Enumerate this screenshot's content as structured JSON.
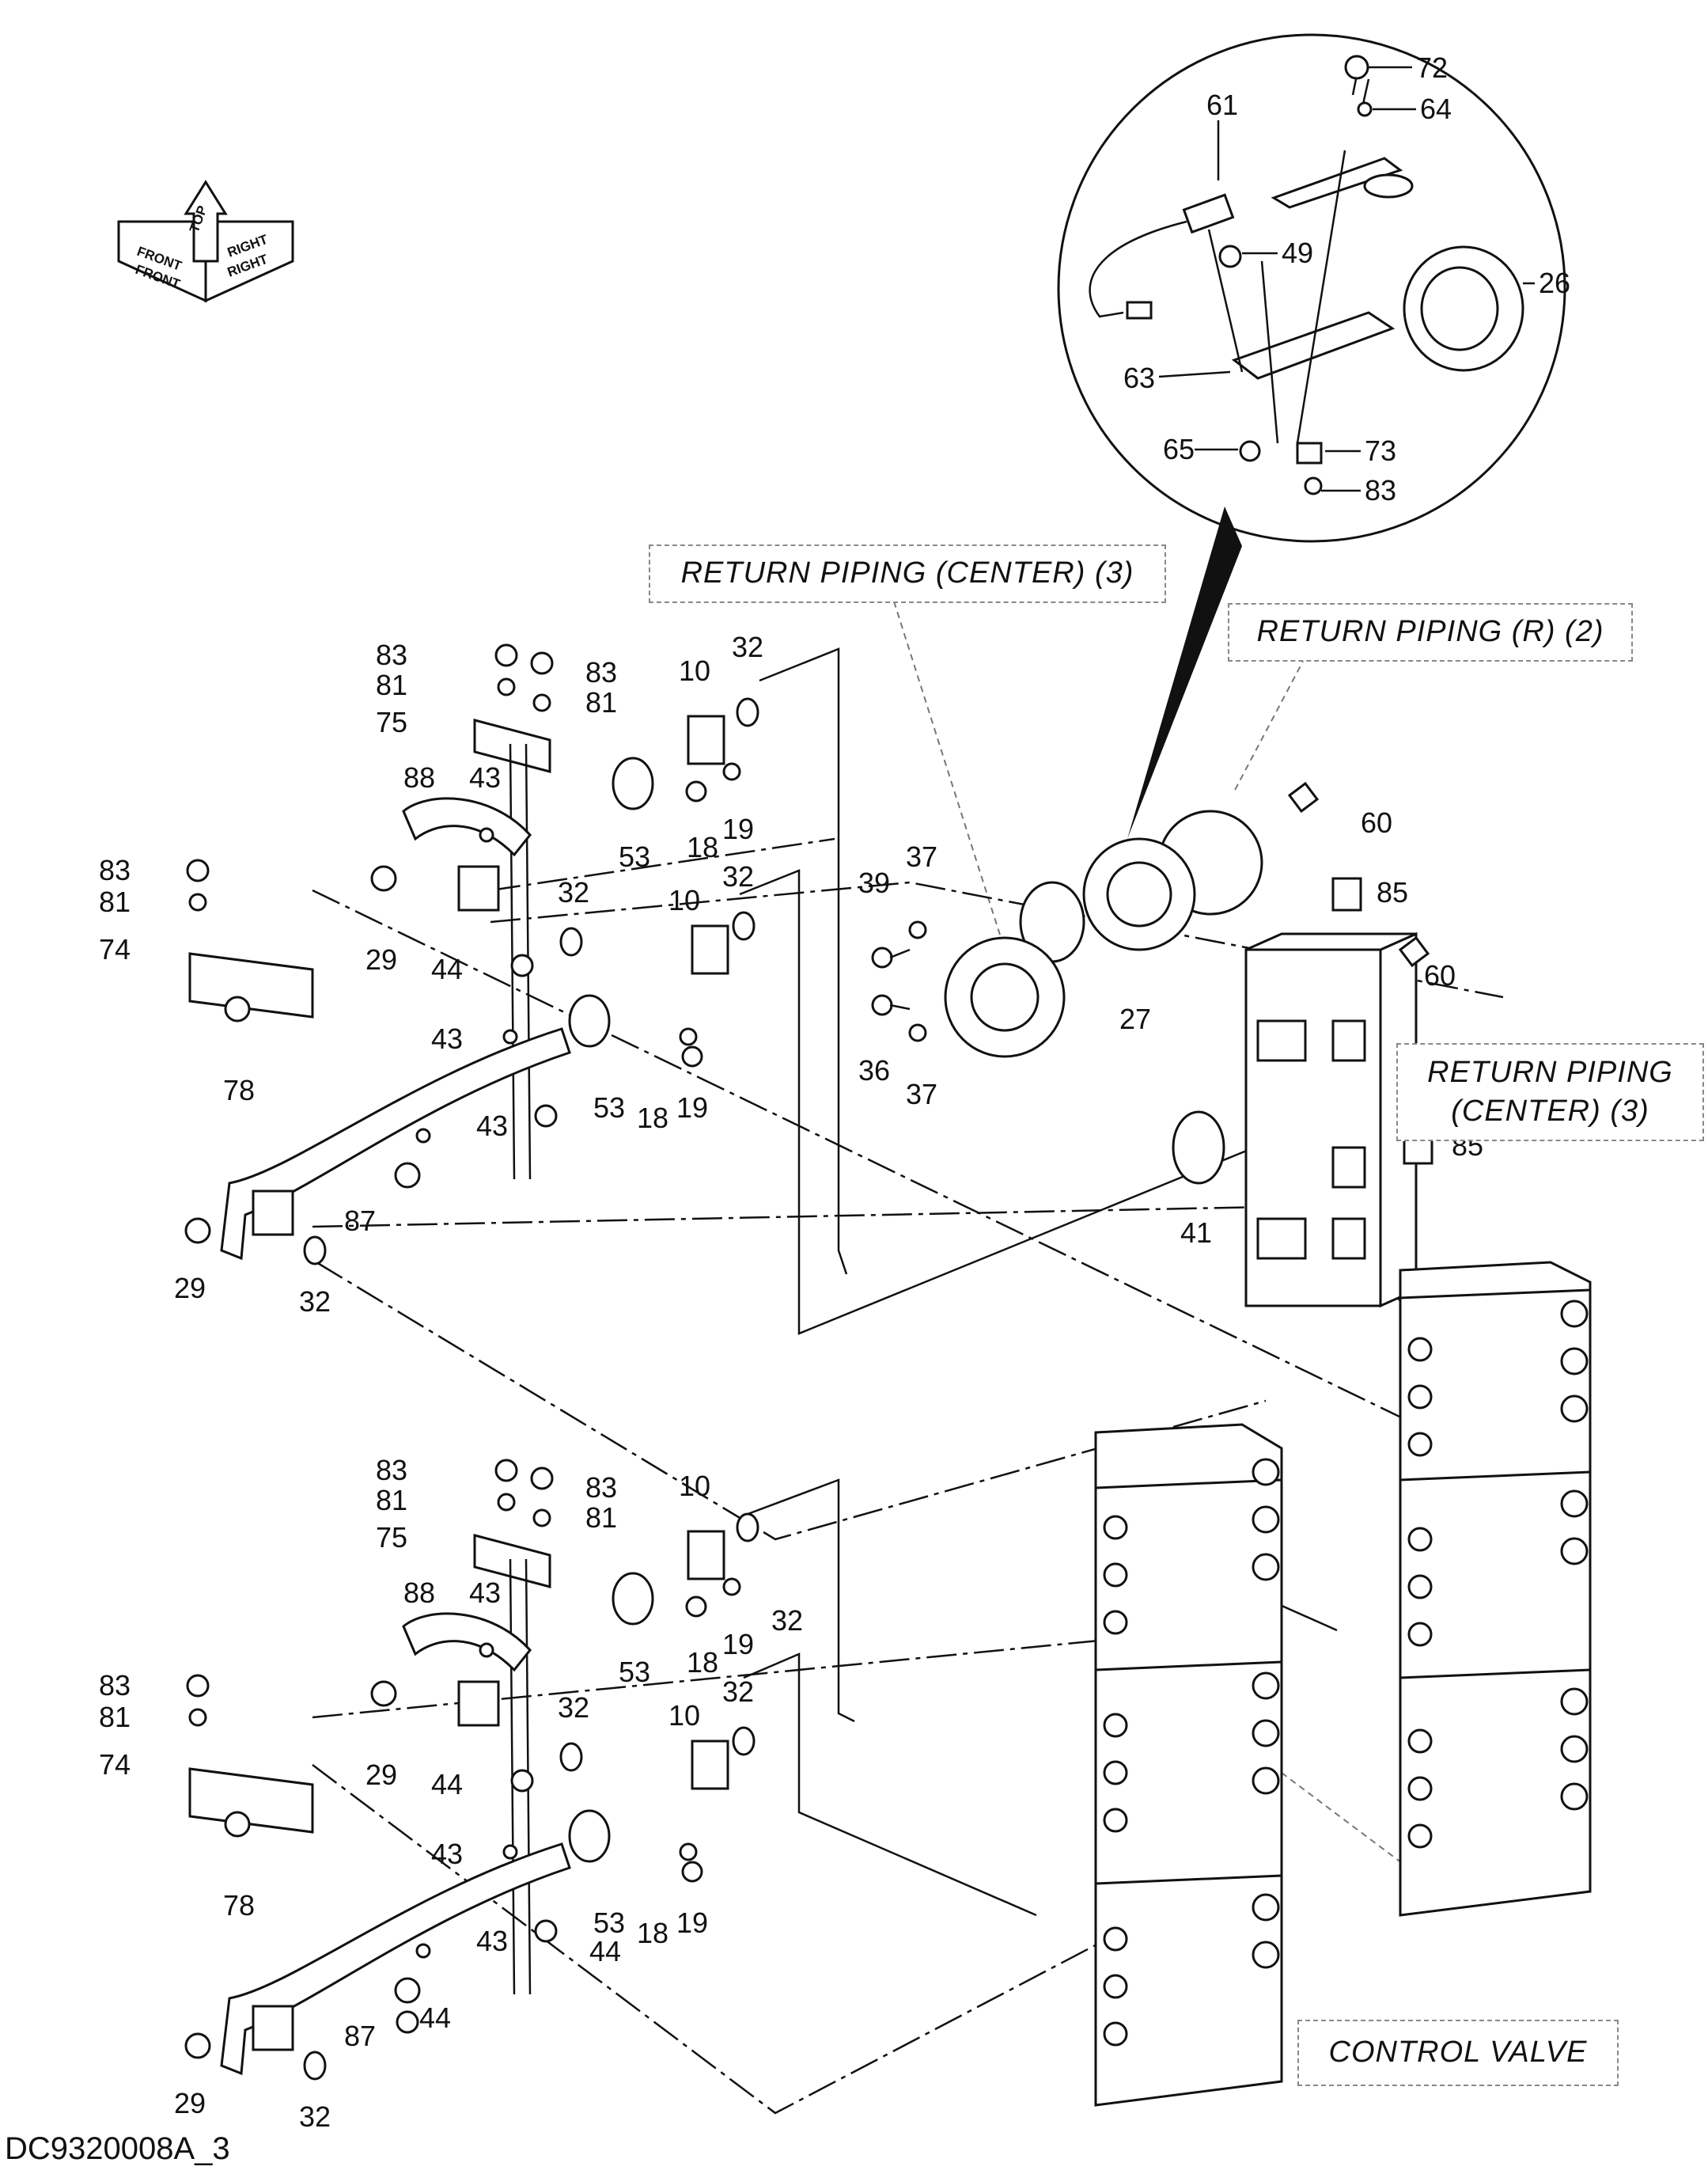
{
  "callouts": {
    "return_piping_center_top": "RETURN  PIPING (CENTER) (3)",
    "return_piping_r": "RETURN  PIPING (R) (2)",
    "return_piping_center_right_line1": "RETURN  PIPING",
    "return_piping_center_right_line2": "(CENTER) (3)",
    "control_valve": "CONTROL  VALVE"
  },
  "compass": {
    "top": "TOP",
    "front_upper": "FRONT",
    "front_lower": "FRONT",
    "right_upper": "RIGHT",
    "right_lower": "RIGHT"
  },
  "document_id": "DC9320008A_3",
  "part_numbers": {
    "detail": [
      "72",
      "64",
      "61",
      "49",
      "26",
      "63",
      "65",
      "73",
      "83"
    ],
    "upper_group": [
      "83",
      "83",
      "81",
      "81",
      "75",
      "10",
      "32",
      "88",
      "43",
      "53",
      "18",
      "19",
      "83",
      "81",
      "74",
      "29",
      "32",
      "10",
      "32",
      "44",
      "78",
      "43",
      "53",
      "18",
      "19",
      "43",
      "87",
      "29",
      "32"
    ],
    "center": [
      "39",
      "37",
      "36",
      "37",
      "27",
      "41",
      "60",
      "85",
      "60",
      "85"
    ],
    "lower_group": [
      "83",
      "83",
      "81",
      "81",
      "75",
      "10",
      "32",
      "88",
      "43",
      "53",
      "18",
      "19",
      "83",
      "81",
      "74",
      "29",
      "32",
      "10",
      "32",
      "44",
      "78",
      "43",
      "53",
      "18",
      "19",
      "43",
      "44",
      "87",
      "44",
      "29",
      "32"
    ]
  }
}
